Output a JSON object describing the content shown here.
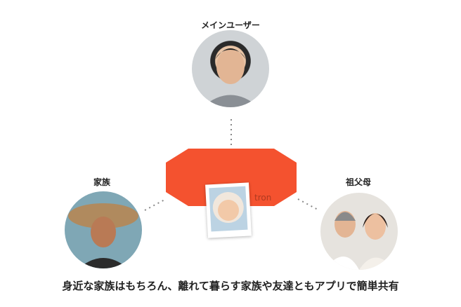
{
  "users": {
    "main": {
      "label": "メインユーザー"
    },
    "family": {
      "label": "家族"
    },
    "grandparents": {
      "label": "祖父母"
    }
  },
  "device": {
    "logo_text": "tron",
    "color": "#f4522f"
  },
  "caption": "身近な家族はもちろん、離れて暮らす家族や友達ともアプリで簡単共有"
}
